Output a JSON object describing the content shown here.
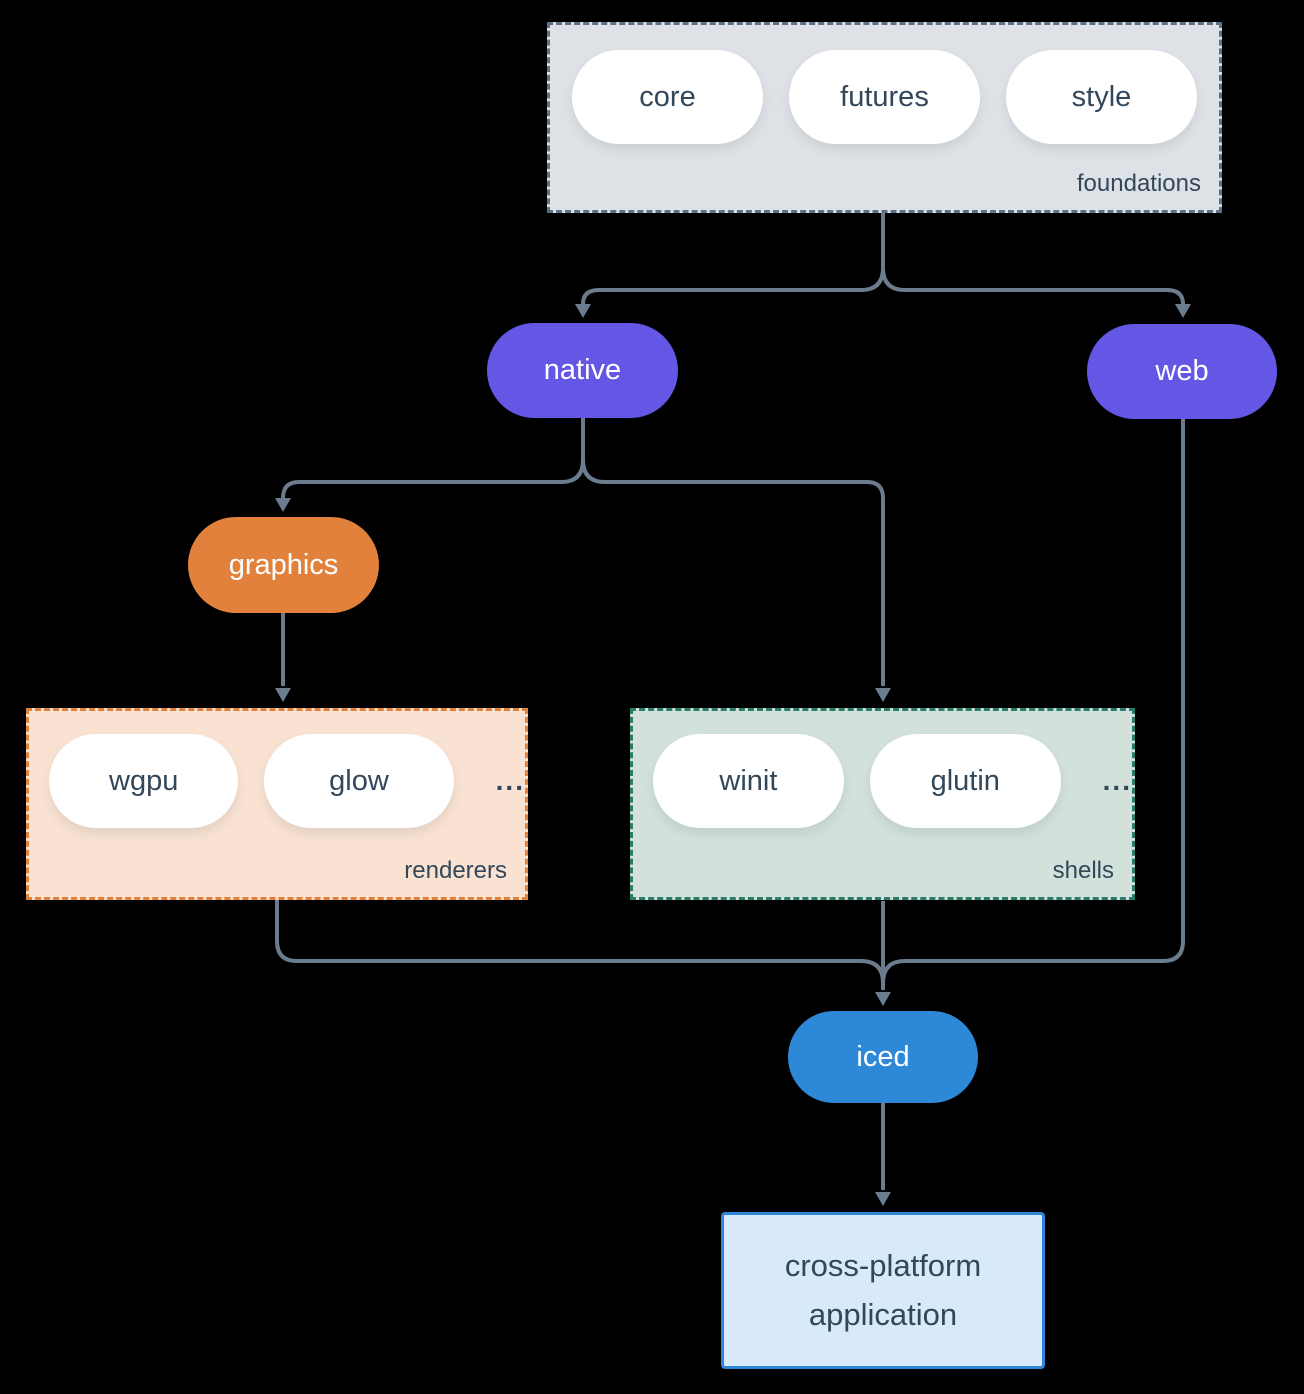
{
  "groups": {
    "foundations": {
      "label": "foundations",
      "pills": [
        "core",
        "futures",
        "style"
      ]
    },
    "renderers": {
      "label": "renderers",
      "pills": [
        "wgpu",
        "glow"
      ],
      "ellipsis": "..."
    },
    "shells": {
      "label": "shells",
      "pills": [
        "winit",
        "glutin"
      ],
      "ellipsis": "..."
    }
  },
  "nodes": {
    "native": "native",
    "web": "web",
    "graphics": "graphics",
    "iced": "iced",
    "app_line1": "cross-platform",
    "app_line2": "application"
  },
  "edges": [
    {
      "from": "foundations",
      "to": "native"
    },
    {
      "from": "foundations",
      "to": "web"
    },
    {
      "from": "native",
      "to": "graphics"
    },
    {
      "from": "native",
      "to": "shells"
    },
    {
      "from": "graphics",
      "to": "renderers"
    },
    {
      "from": "renderers",
      "to": "iced"
    },
    {
      "from": "shells",
      "to": "iced"
    },
    {
      "from": "web",
      "to": "iced"
    },
    {
      "from": "iced",
      "to": "cross-platform application"
    }
  ],
  "colors": {
    "background": "#000000",
    "line": "#6b7c8e",
    "foundations_fill": "#dee2e6",
    "foundations_border": "#5e7287",
    "renderers_fill": "#f9e2d1",
    "renderers_border": "#e2813c",
    "shells_fill": "#d2e1da",
    "shells_border": "#2a7d6c",
    "purple_node": "#6557e6",
    "orange_node": "#e2813c",
    "blue_node": "#2e88d8",
    "app_fill": "#d8e9f9",
    "app_border": "#2e86d8",
    "dark_text": "#33475b",
    "light_text": "#ffffff"
  }
}
